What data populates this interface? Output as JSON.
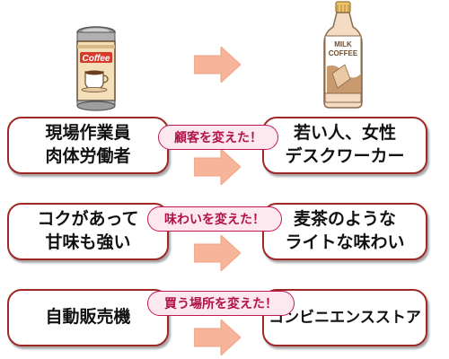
{
  "can": {
    "label": "Coffee"
  },
  "bottle": {
    "label_line1": "MILK",
    "label_line2": "COFFEE"
  },
  "rows": [
    {
      "left_lines": [
        "現場作業員",
        "肉体労働者"
      ],
      "badge": "顧客を変えた！",
      "right_lines": [
        "若い人、女性",
        "デスクワーカー"
      ]
    },
    {
      "left_lines": [
        "コクがあって",
        "甘味も強い"
      ],
      "badge": "味わいを変えた！",
      "right_lines": [
        "麦茶のような",
        "ライトな味わい"
      ]
    },
    {
      "left_lines": [
        "自動販売機"
      ],
      "badge": "買う場所を変えた！",
      "right_lines": [
        "コンビニエンスストア"
      ]
    }
  ],
  "colors": {
    "box_border": "#a12727",
    "badge_border": "#c2185b",
    "badge_fill": "#fde8ef",
    "arrow_fill": "#f6b49a"
  }
}
